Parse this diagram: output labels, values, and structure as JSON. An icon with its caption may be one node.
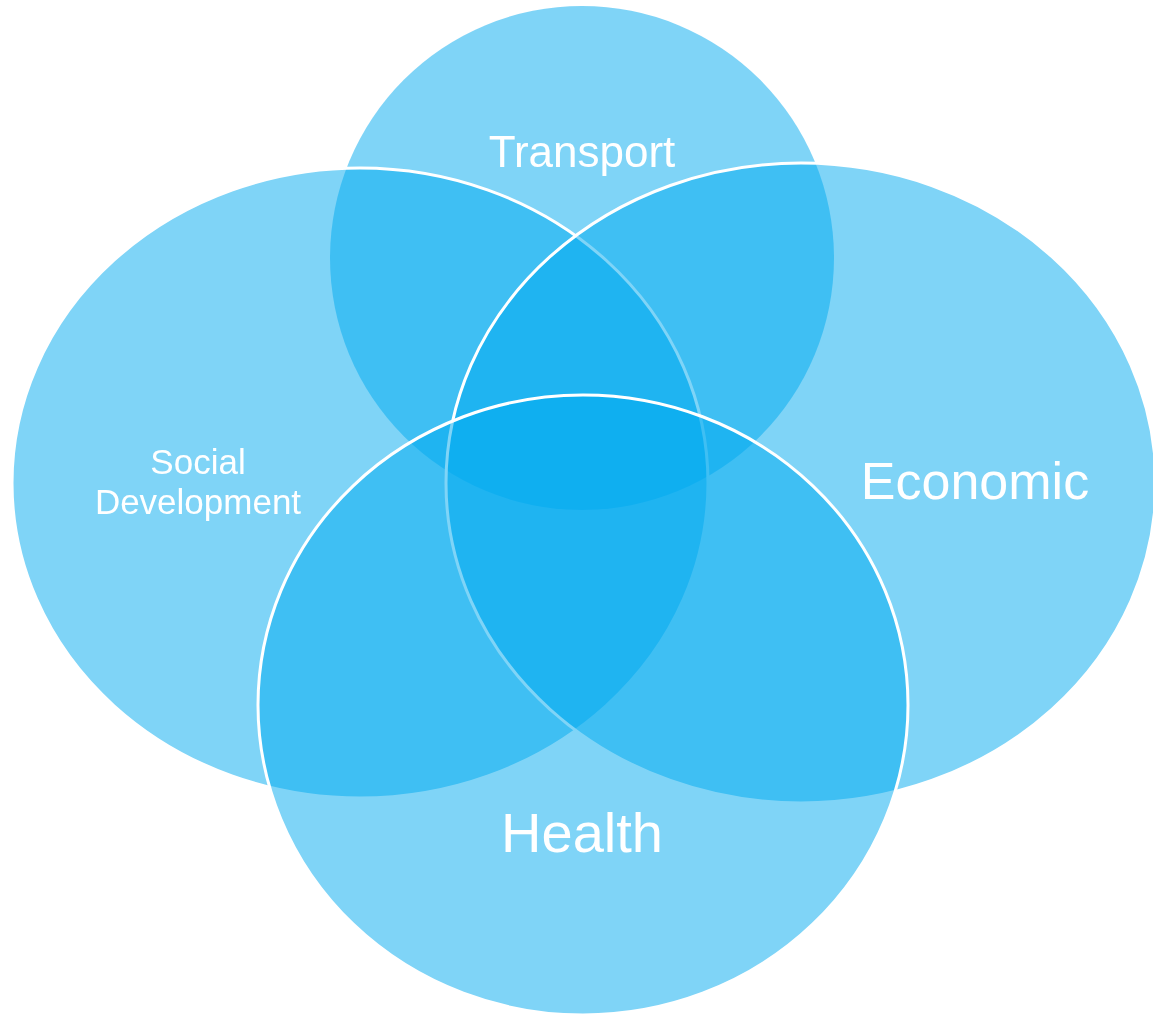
{
  "diagram": {
    "nodes": [
      {
        "text": [
          "Transport"
        ]
      },
      {
        "text": [
          "Social Development"
        ]
      },
      {
        "text": [
          "Economic"
        ]
      },
      {
        "text": [
          "Health"
        ]
      }
    ]
  }
}
